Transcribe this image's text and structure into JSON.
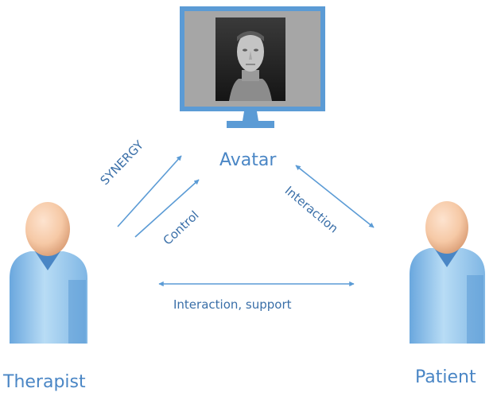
{
  "nodes": {
    "avatar": {
      "label": "Avatar"
    },
    "therapist": {
      "label": "Therapist"
    },
    "patient": {
      "label": "Patient"
    }
  },
  "edges": {
    "synergy": {
      "label": "SYNERGY"
    },
    "control": {
      "label": "Control"
    },
    "interaction_right": {
      "label": "Interaction"
    },
    "interaction_bottom": {
      "label": "Interaction, support"
    }
  },
  "icons": {
    "monitor": "monitor-with-face",
    "person": "person-icon"
  },
  "colors": {
    "accent": "#5b9bd5",
    "label": "#4a86c5",
    "person_body": "#9dc8ea",
    "person_head": "#f6c9a6"
  }
}
